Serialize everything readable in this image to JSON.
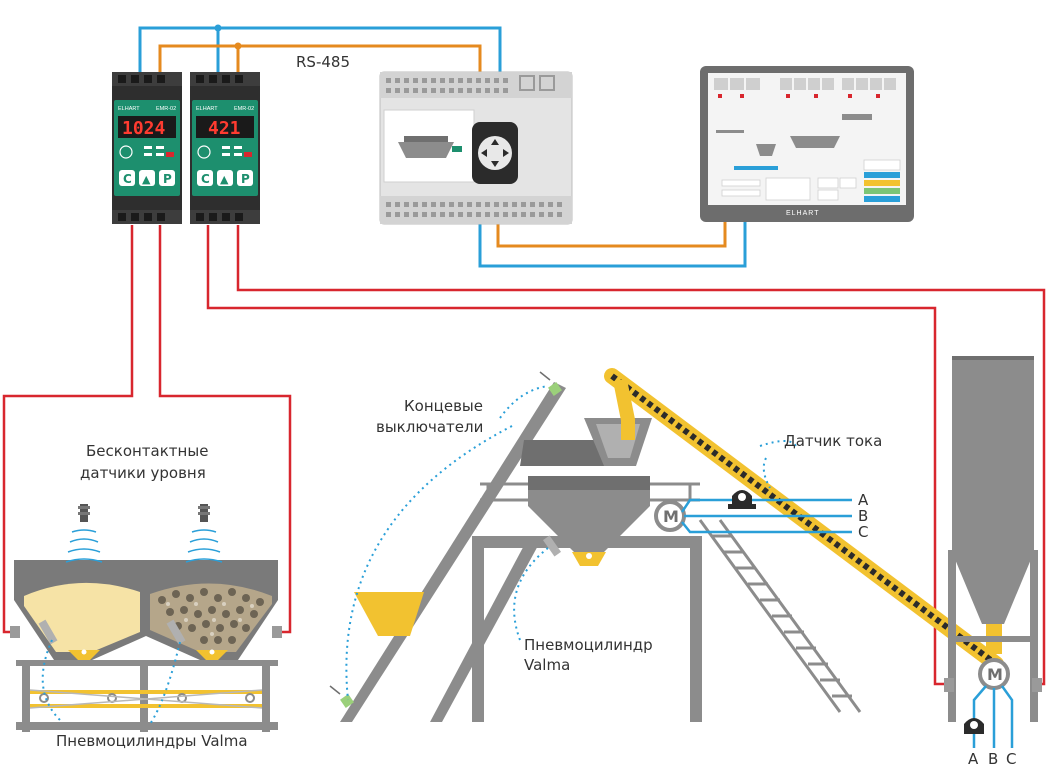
{
  "colors": {
    "steel": "#8c8c8c",
    "steel_dark": "#6f6f6f",
    "yellow": "#f2c230",
    "sand": "#f6e3a6",
    "red_wire": "#d8262e",
    "blue_wire": "#2a9fd8",
    "orange_wire": "#e58a1f",
    "green_panel": "#1d8f6e",
    "dark_panel": "#2b2b2b"
  },
  "labels": {
    "rs485": "RS-485",
    "level_sensors": [
      "Бесконтактные",
      "датчики уровня"
    ],
    "limit_switches": [
      "Концевые",
      "выключатели"
    ],
    "current_sensor": "Датчик тока",
    "cylinder_single": [
      "Пневмоцилиндр",
      "Valma"
    ],
    "cylinders_bottom": "Пневмоцилиндры Valma",
    "phases": [
      "A",
      "B",
      "C"
    ],
    "motor": "M"
  },
  "controllers": [
    {
      "brand": "ELHART",
      "model": "EMR-02",
      "display": "1024",
      "keys": [
        "C",
        "▲",
        "P"
      ]
    },
    {
      "brand": "ELHART",
      "model": "EMR-02",
      "display": "421",
      "keys": [
        "C",
        "▲",
        "P"
      ]
    }
  ],
  "hmi": {
    "brand": "ELHART"
  }
}
